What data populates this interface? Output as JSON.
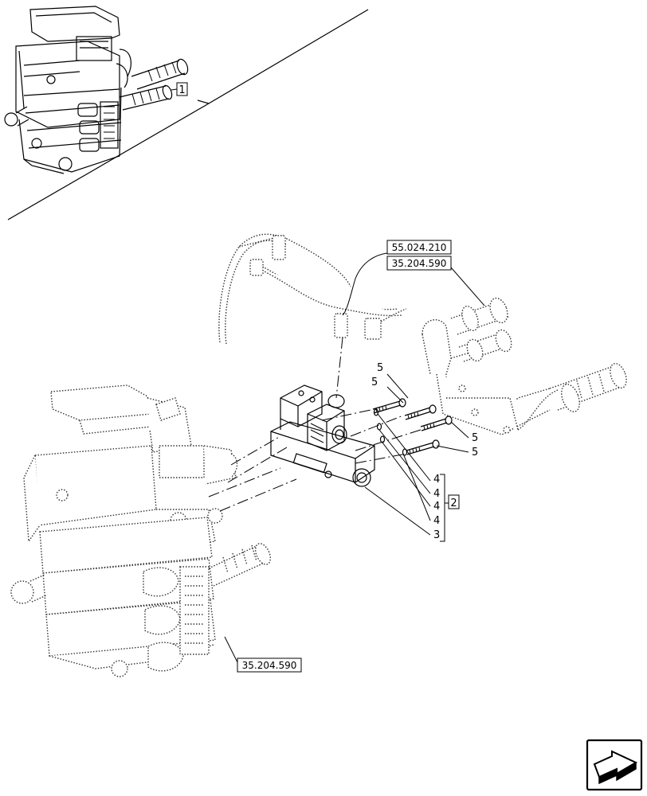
{
  "callouts": {
    "item_1": "1",
    "item_2": "2",
    "item_3": "3",
    "item_4": "4",
    "item_5": "5"
  },
  "references": {
    "harness": "55.024.210",
    "hoses": "35.204.590",
    "valve_block": "35.204.590"
  },
  "icons": {
    "nav": "next-page-arrow-icon"
  }
}
